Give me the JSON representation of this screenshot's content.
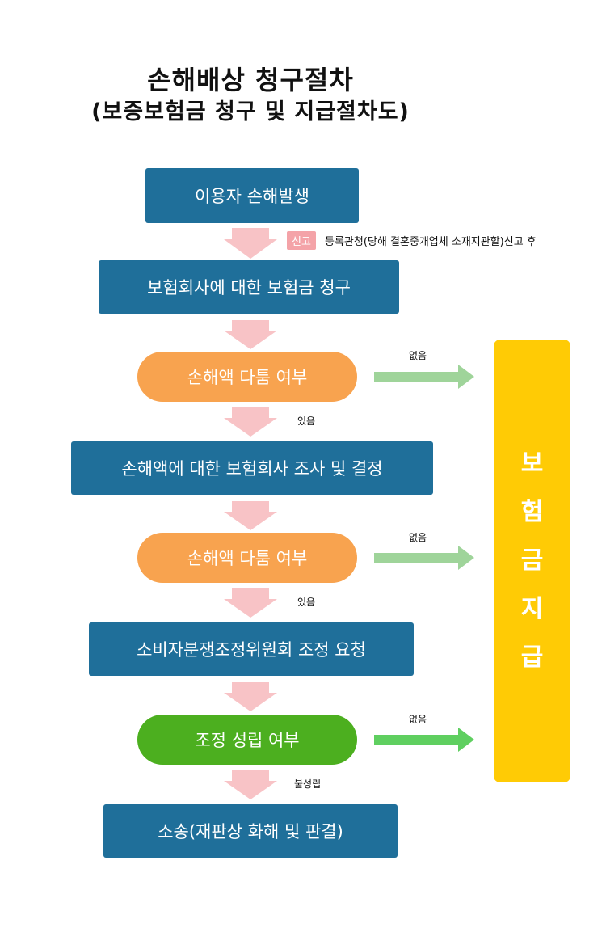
{
  "title": {
    "main": "손해배상 청구절차",
    "sub": "(보증보험금 청구 및 지급절차도)"
  },
  "steps": {
    "s1": "이용자 손해발생",
    "s2": "보험회사에 대한 보험금 청구",
    "s3": "손해액 다툼 여부",
    "s4": "손해액에 대한 보험회사 조사 및 결정",
    "s5": "손해액 다툼 여부",
    "s6": "소비자분쟁조정위원회 조정 요청",
    "s7": "조정 성립 여부",
    "s8": "소송(재판상 화해 및 판결)"
  },
  "report": {
    "tag": "신고",
    "text": "등록관청(당해 결혼중개업체 소재지관할)신고 후"
  },
  "labels": {
    "yes1": "있음",
    "yes2": "있음",
    "no1": "없음",
    "no2": "없음",
    "no3": "없음",
    "fail": "불성립"
  },
  "payment": {
    "chars": [
      "보",
      "험",
      "금",
      "지",
      "급"
    ]
  },
  "colors": {
    "rect": "#1f6f9a",
    "orange": "#f8a34f",
    "green_pill": "#4caf1f",
    "down_arrow": "#f8c3c6",
    "right_arrow_light": "#9fd49a",
    "right_arrow_bright": "#5fcf60",
    "payment": "#ffcb05"
  }
}
